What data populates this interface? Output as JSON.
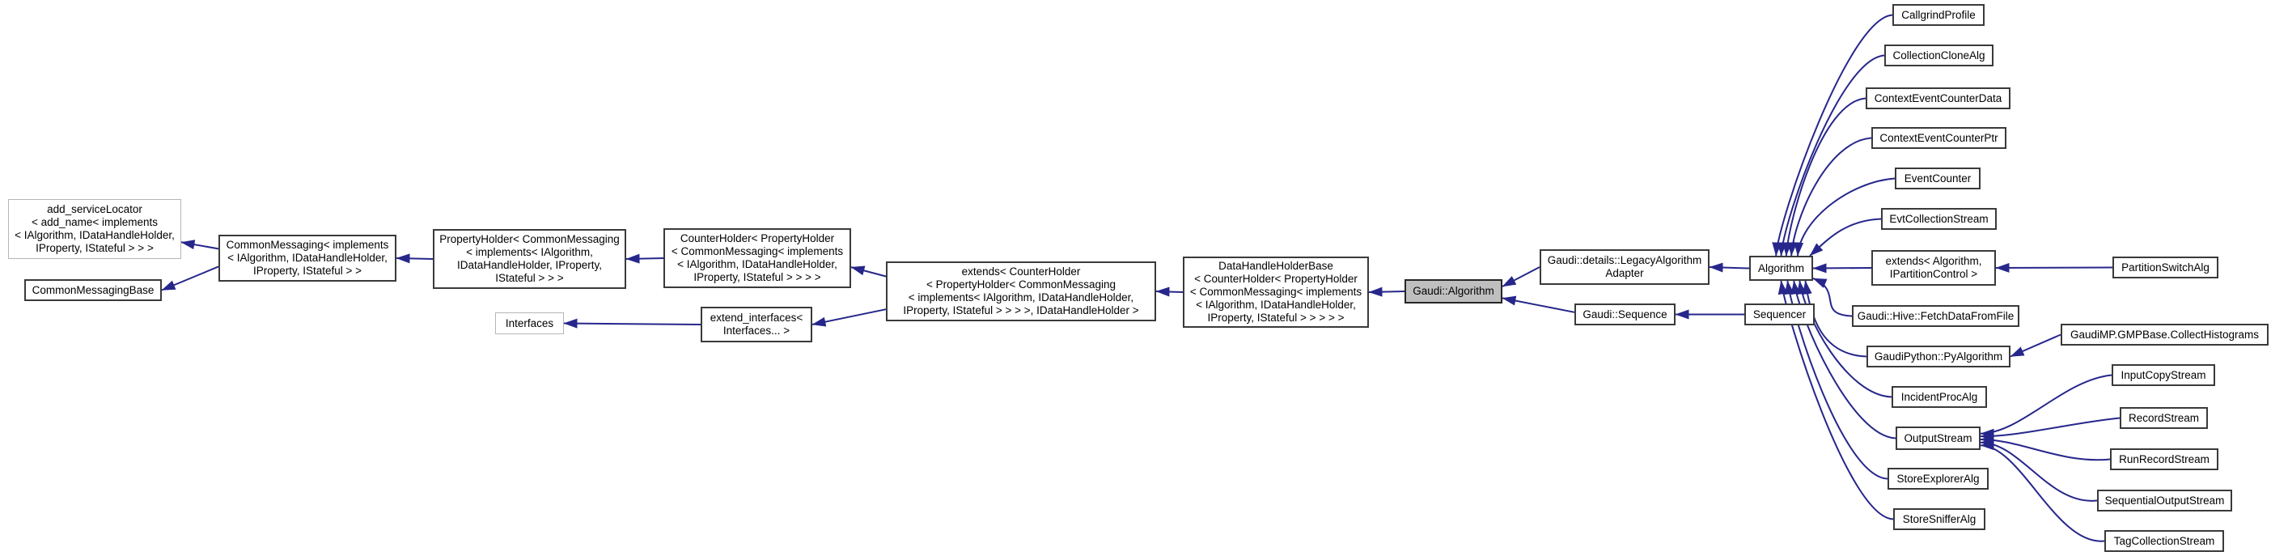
{
  "diagram": {
    "type": "inheritance-graph",
    "highlighted_node": "Gaudi::Algorithm",
    "colors": {
      "arrow": "#26268b",
      "node_border": "#3a3a3a",
      "grey_border": "#b5b5b5",
      "highlight_fill": "#bfbfbf",
      "node_fill": "#ffffff",
      "background": "#ffffff",
      "text": "#000000"
    },
    "nodes": [
      {
        "id": "add_servicelocator",
        "label": "add_serviceLocator\n< add_name< implements\n< IAlgorithm, IDataHandleHolder,\nIProperty, IStateful > > >",
        "style": "grey"
      },
      {
        "id": "commonmessagingbase",
        "label": "CommonMessagingBase",
        "style": "normal"
      },
      {
        "id": "commonmessaging",
        "label": "CommonMessaging< implements\n< IAlgorithm, IDataHandleHolder,\nIProperty, IStateful > >",
        "style": "normal"
      },
      {
        "id": "propertyholder",
        "label": "PropertyHolder< CommonMessaging\n< implements< IAlgorithm,\nIDataHandleHolder, IProperty,\nIStateful > > >",
        "style": "normal"
      },
      {
        "id": "counterholder",
        "label": "CounterHolder< PropertyHolder\n< CommonMessaging< implements\n< IAlgorithm, IDataHandleHolder,\nIProperty, IStateful > > > >",
        "style": "normal"
      },
      {
        "id": "interfaces",
        "label": "Interfaces",
        "style": "grey"
      },
      {
        "id": "extend_interfaces",
        "label": "extend_interfaces<\nInterfaces... >",
        "style": "normal"
      },
      {
        "id": "extends_counterholder",
        "label": "extends< CounterHolder\n< PropertyHolder< CommonMessaging\n< implements< IAlgorithm, IDataHandleHolder,\nIProperty, IStateful > > > >, IDataHandleHolder >",
        "style": "normal"
      },
      {
        "id": "datahandleholderbase",
        "label": "DataHandleHolderBase\n< CounterHolder< PropertyHolder\n< CommonMessaging< implements\n< IAlgorithm, IDataHandleHolder,\nIProperty, IStateful > > > > >",
        "style": "normal"
      },
      {
        "id": "gaudi_algorithm",
        "label": "Gaudi::Algorithm",
        "style": "highlight"
      },
      {
        "id": "legacy_adapter",
        "label": "Gaudi::details::LegacyAlgorithm\nAdapter",
        "style": "normal"
      },
      {
        "id": "gaudi_sequence",
        "label": "Gaudi::Sequence",
        "style": "normal"
      },
      {
        "id": "algorithm",
        "label": "Algorithm",
        "style": "normal"
      },
      {
        "id": "sequencer",
        "label": "Sequencer",
        "style": "normal"
      },
      {
        "id": "callgrindprofile",
        "label": "CallgrindProfile",
        "style": "normal"
      },
      {
        "id": "collectionclonealg",
        "label": "CollectionCloneAlg",
        "style": "normal"
      },
      {
        "id": "contexteventcounterdata",
        "label": "ContextEventCounterData",
        "style": "normal"
      },
      {
        "id": "contexteventcounterptr",
        "label": "ContextEventCounterPtr",
        "style": "normal"
      },
      {
        "id": "eventcounter",
        "label": "EventCounter",
        "style": "normal"
      },
      {
        "id": "evtcollectionstream",
        "label": "EvtCollectionStream",
        "style": "normal"
      },
      {
        "id": "extends_algorithm_ipartition",
        "label": "extends< Algorithm,\nIPartitionControl >",
        "style": "normal"
      },
      {
        "id": "partitionswitchalg",
        "label": "PartitionSwitchAlg",
        "style": "normal"
      },
      {
        "id": "fetchdatafromfile",
        "label": "Gaudi::Hive::FetchDataFromFile",
        "style": "normal"
      },
      {
        "id": "pyalgorithm",
        "label": "GaudiPython::PyAlgorithm",
        "style": "normal"
      },
      {
        "id": "gaudimp_collecthistograms",
        "label": "GaudiMP.GMPBase.CollectHistograms",
        "style": "normal"
      },
      {
        "id": "incidentprocalg",
        "label": "IncidentProcAlg",
        "style": "normal"
      },
      {
        "id": "inputcopystream",
        "label": "InputCopyStream",
        "style": "normal"
      },
      {
        "id": "outputstream",
        "label": "OutputStream",
        "style": "normal"
      },
      {
        "id": "recordstream",
        "label": "RecordStream",
        "style": "normal"
      },
      {
        "id": "runrecordstream",
        "label": "RunRecordStream",
        "style": "normal"
      },
      {
        "id": "storeexploreralg",
        "label": "StoreExplorerAlg",
        "style": "normal"
      },
      {
        "id": "sequentialoutputstream",
        "label": "SequentialOutputStream",
        "style": "normal"
      },
      {
        "id": "storesnifferalg",
        "label": "StoreSnifferAlg",
        "style": "normal"
      },
      {
        "id": "tagcollectionstream",
        "label": "TagCollectionStream",
        "style": "normal"
      }
    ],
    "edges": [
      {
        "from": "commonmessaging",
        "to": "add_servicelocator"
      },
      {
        "from": "commonmessaging",
        "to": "commonmessagingbase"
      },
      {
        "from": "propertyholder",
        "to": "commonmessaging"
      },
      {
        "from": "counterholder",
        "to": "propertyholder"
      },
      {
        "from": "extends_counterholder",
        "to": "counterholder"
      },
      {
        "from": "extends_counterholder",
        "to": "extend_interfaces"
      },
      {
        "from": "extend_interfaces",
        "to": "interfaces"
      },
      {
        "from": "datahandleholderbase",
        "to": "extends_counterholder"
      },
      {
        "from": "gaudi_algorithm",
        "to": "datahandleholderbase"
      },
      {
        "from": "legacy_adapter",
        "to": "gaudi_algorithm"
      },
      {
        "from": "gaudi_sequence",
        "to": "gaudi_algorithm"
      },
      {
        "from": "algorithm",
        "to": "legacy_adapter"
      },
      {
        "from": "sequencer",
        "to": "gaudi_sequence"
      },
      {
        "from": "callgrindprofile",
        "to": "algorithm"
      },
      {
        "from": "collectionclonealg",
        "to": "algorithm"
      },
      {
        "from": "contexteventcounterdata",
        "to": "algorithm"
      },
      {
        "from": "contexteventcounterptr",
        "to": "algorithm"
      },
      {
        "from": "eventcounter",
        "to": "algorithm"
      },
      {
        "from": "evtcollectionstream",
        "to": "algorithm"
      },
      {
        "from": "extends_algorithm_ipartition",
        "to": "algorithm"
      },
      {
        "from": "partitionswitchalg",
        "to": "extends_algorithm_ipartition"
      },
      {
        "from": "fetchdatafromfile",
        "to": "algorithm"
      },
      {
        "from": "pyalgorithm",
        "to": "algorithm"
      },
      {
        "from": "gaudimp_collecthistograms",
        "to": "pyalgorithm"
      },
      {
        "from": "incidentprocalg",
        "to": "algorithm"
      },
      {
        "from": "inputcopystream",
        "to": "outputstream"
      },
      {
        "from": "outputstream",
        "to": "algorithm"
      },
      {
        "from": "recordstream",
        "to": "outputstream"
      },
      {
        "from": "runrecordstream",
        "to": "outputstream"
      },
      {
        "from": "storeexploreralg",
        "to": "algorithm"
      },
      {
        "from": "sequentialoutputstream",
        "to": "outputstream"
      },
      {
        "from": "storesnifferalg",
        "to": "algorithm"
      },
      {
        "from": "tagcollectionstream",
        "to": "outputstream"
      }
    ]
  }
}
